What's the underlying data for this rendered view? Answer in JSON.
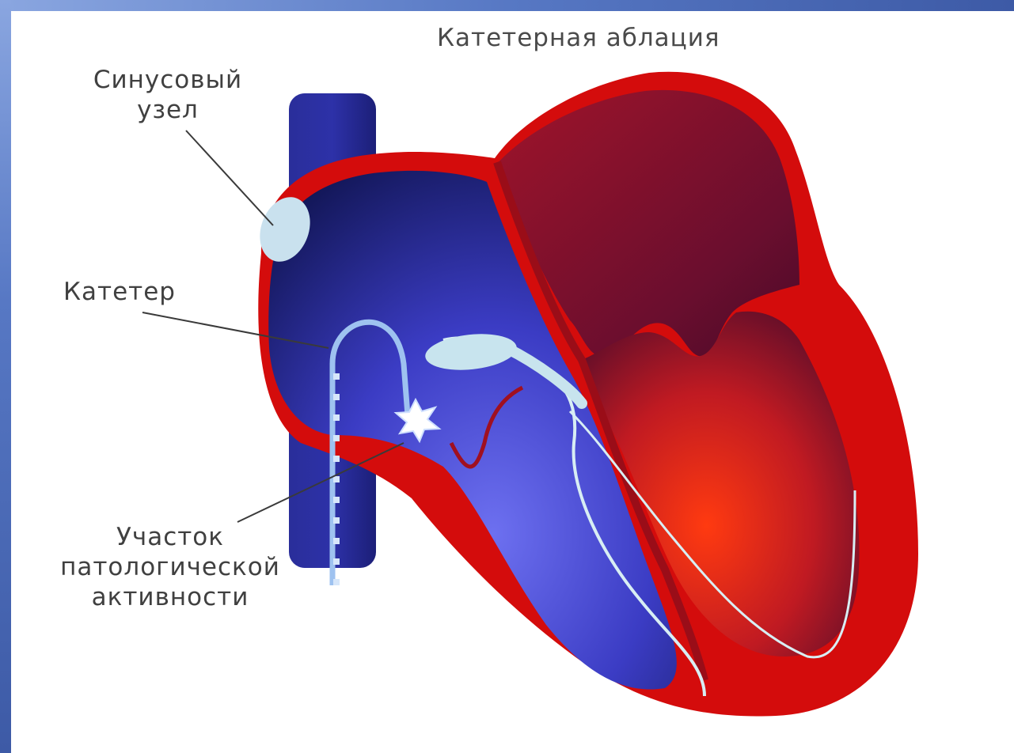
{
  "title": "Катетерная аблация",
  "labels": {
    "sinus_node_line1": "Синусовый",
    "sinus_node_line2": "узел",
    "catheter": "Катетер",
    "site_line1": "Участок",
    "site_line2": "патологической",
    "site_line3": "активности"
  },
  "colors": {
    "frame": "#4d6ab0",
    "venous_blue": "#2a2e9a",
    "arterial_red": "#d40c0c",
    "conduction": "#c8e4ee"
  }
}
